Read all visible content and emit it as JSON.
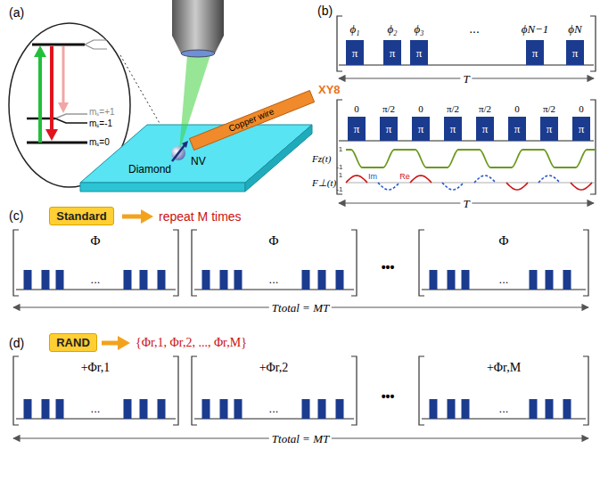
{
  "diagram": {
    "nodes": [
      {
        "text": [
          "π"
        ]
      },
      {
        "text": [
          "π"
        ]
      },
      {
        "text": [
          "π"
        ]
      },
      {
        "text": [
          "π"
        ]
      },
      {
        "text": [
          "π"
        ]
      },
      {
        "text": [
          "π"
        ]
      },
      {
        "text": [
          "π"
        ]
      },
      {
        "text": [
          "π"
        ]
      },
      {
        "text": [
          "π"
        ]
      },
      {
        "text": [
          "π"
        ]
      },
      {
        "text": [
          "π"
        ]
      },
      {
        "text": [
          "π"
        ]
      },
      {
        "text": [
          "π"
        ]
      },
      {
        "text": [
          "Standard"
        ]
      },
      {
        "text": [
          "RAND"
        ]
      }
    ],
    "labels": [
      "(a)",
      "mₛ=+1",
      "mₛ=-1",
      "mₛ=0",
      "NV",
      "Copper wire",
      "Diamond",
      "(b)",
      "ϕ₁",
      "ϕ₂",
      "ϕ₃",
      "...",
      "ϕN−1",
      "ϕN",
      "T",
      "XY8",
      "0",
      "π/2",
      "0",
      "π/2",
      "π/2",
      "0",
      "π/2",
      "0",
      "Fz(t)",
      "1",
      "-1",
      "F⊥(t)",
      "1",
      "-1",
      "Im",
      "Re",
      "T",
      "(c)",
      "repeat M times",
      "Φ",
      "...",
      "Φ",
      "...",
      "•••",
      "Φ",
      "...",
      "Ttotal = MT",
      "(d)",
      "{Φr,1, Φr,2, ..., Φr,M}",
      "+Φr,1",
      "...",
      "+Φr,2",
      "...",
      "•••",
      "+Φr,M",
      "...",
      "Ttotal = MT"
    ]
  }
}
